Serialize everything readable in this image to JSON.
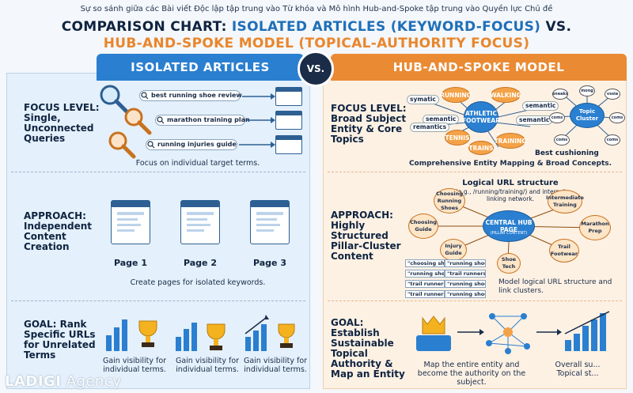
{
  "header": {
    "subtitle": "Sự so sánh giữa các Bài viết Độc lập tập trung vào Từ khóa và Mô hình Hub-and-Spoke tập trung vào Quyền lực Chủ đề",
    "title_part1": "COMPARISON CHART: ",
    "title_part2": "ISOLATED ARTICLES (KEYWORD-FOCUS)",
    "title_part3": " VS.",
    "title_line2": "HUB-AND-SPOKE MODEL (TOPICAL-AUTHORITY FOCUS)",
    "left_column": "ISOLATED ARTICLES",
    "vs": "VS.",
    "right_column": "HUB-AND-SPOKE MODEL"
  },
  "left": {
    "focus_label": "FOCUS LEVEL: Single, Unconnected Queries",
    "queries": [
      "best running shoe review",
      "marathon training plan",
      "running injuries guide"
    ],
    "focus_caption": "Focus on individual target terms.",
    "approach_label": "APPROACH: Independent Content Creation",
    "pages": [
      "Page 1",
      "Page 2",
      "Page 3"
    ],
    "approach_caption": "Create pages for isolated keywords.",
    "goal_label": "GOAL: Rank Specific URLs for Unrelated Terms",
    "goal_captions": [
      "Gain visibility for individual terms.",
      "Gain visibility for individual terms.",
      "Gain visibility for individual terms."
    ]
  },
  "right": {
    "focus_label": "FOCUS LEVEL: Broad Subject Entity & Core Topics",
    "entity_center": "ATHLETIC FOOTWEAR",
    "entity_nodes": [
      "RUNNING",
      "WALKING",
      "TENNIS",
      "TRAINING",
      "TRAINS"
    ],
    "entity_tags": [
      "symatic",
      "semantic",
      "semantic",
      "semantic",
      "remantics"
    ],
    "cluster_center": "Topic Cluster",
    "cluster_nodes": [
      "sneaks",
      "mong",
      "vssia",
      "coms",
      "coms",
      "coms",
      "coms"
    ],
    "cluster_caption": "Best cushioning",
    "focus_caption": "Comprehensive Entity Mapping & Broad Concepts.",
    "approach_label": "APPROACH: Highly Structured Pillar-Cluster Content",
    "url_title": "Logical URL structure",
    "url_sub": "(e.g., /running/training/) and internal linking network.",
    "hub_center": "CENTRAL HUB PAGE",
    "hub_center_sub": "(PILLAR CONTENT)",
    "hub_nodes": [
      "Choosing Running Shoes",
      "Intermediate Training",
      "Choosing Guide",
      "Marathon Prep",
      "Injury Guide",
      "Trail Footwear",
      "Shoe Tech"
    ],
    "table_rows": [
      [
        "\"choosing shoes men\"",
        "\"running shoe sale\""
      ],
      [
        "\"running shoe sale\"",
        "\"trail runners\""
      ],
      [
        "\"trail runners\"",
        "\"running shoes\""
      ],
      [
        "\"trail runners\"",
        "\"running shoe men\""
      ]
    ],
    "approach_caption": "Model logical URL structure and link clusters.",
    "goal_label": "GOAL: Establish Sustainable Topical Authority & Map an Entity",
    "goal_caption_1": "Map the entire entity and become the authority on the subject.",
    "goal_caption_2": "Overall su... Topical st..."
  },
  "watermark": {
    "brand": "LADIGI",
    "suffix": " Agency"
  }
}
